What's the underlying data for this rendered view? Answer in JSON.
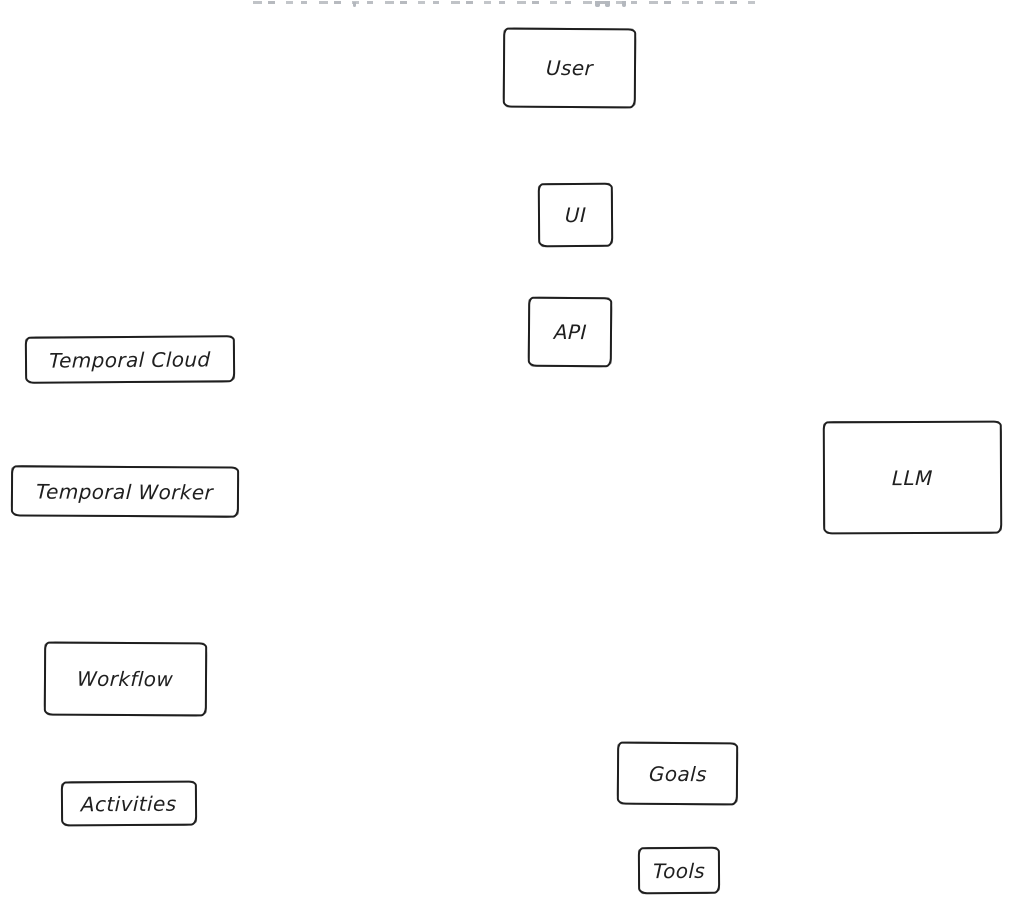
{
  "diagram": {
    "type": "architecture-sketch",
    "style": "hand-drawn boxes, white fill, dark stroke, no visible connectors",
    "colors": {
      "background": "#ffffff",
      "node_fill": "#ffffff",
      "node_stroke": "#1f1f1f",
      "label_text": "#1f1f1f",
      "clipped_caption_gray": "#bcbfc4"
    },
    "clipped_caption": {
      "visible": true,
      "legible": false,
      "note": "only the bottom edge of a text line is visible at the top of the image"
    },
    "nodes": [
      {
        "id": "user",
        "label": "User"
      },
      {
        "id": "ui",
        "label": "UI"
      },
      {
        "id": "api",
        "label": "API"
      },
      {
        "id": "temporal-cloud",
        "label": "Temporal Cloud"
      },
      {
        "id": "temporal-worker",
        "label": "Temporal Worker"
      },
      {
        "id": "llm",
        "label": "LLM"
      },
      {
        "id": "workflow",
        "label": "Workflow"
      },
      {
        "id": "activities",
        "label": "Activities"
      },
      {
        "id": "goals",
        "label": "Goals"
      },
      {
        "id": "tools",
        "label": "Tools"
      }
    ]
  }
}
